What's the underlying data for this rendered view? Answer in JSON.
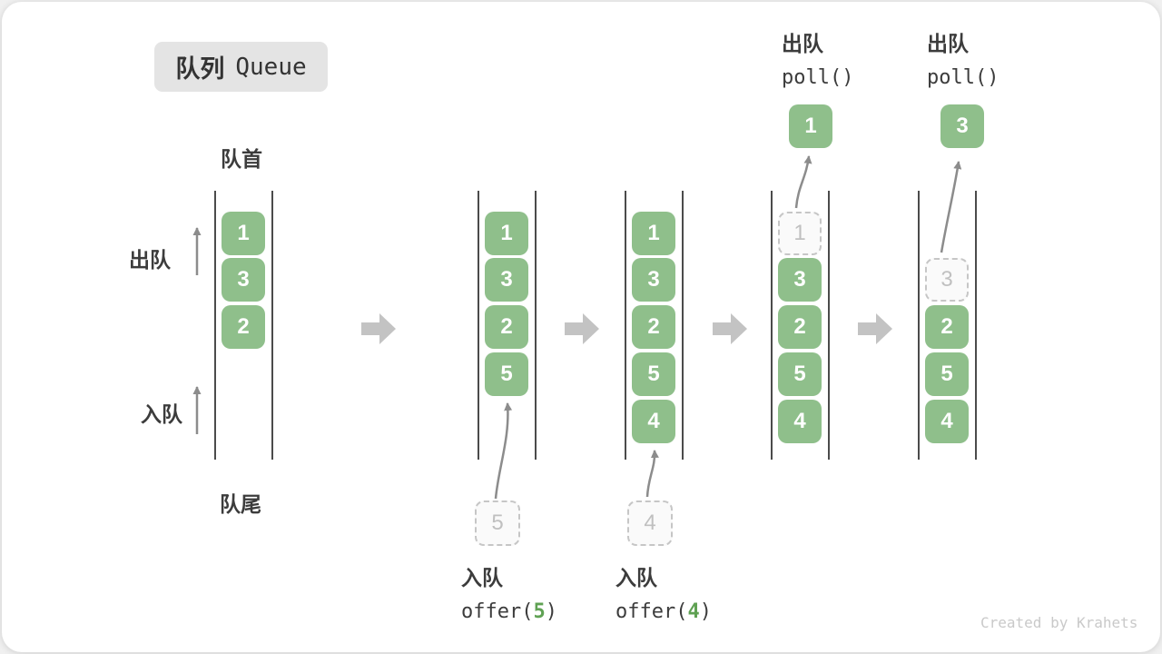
{
  "title": {
    "zh": "队列",
    "en": "Queue"
  },
  "side_labels": {
    "front": "队首",
    "rear": "队尾",
    "dequeue": "出队",
    "enqueue": "入队"
  },
  "queues": [
    {
      "cells": [
        {
          "value": "1"
        },
        {
          "value": "3"
        },
        {
          "value": "2"
        }
      ]
    },
    {
      "cells": [
        {
          "value": "1"
        },
        {
          "value": "3"
        },
        {
          "value": "2"
        },
        {
          "value": "5"
        }
      ],
      "incoming": {
        "value": "5"
      }
    },
    {
      "cells": [
        {
          "value": "1"
        },
        {
          "value": "3"
        },
        {
          "value": "2"
        },
        {
          "value": "5"
        },
        {
          "value": "4"
        }
      ],
      "incoming": {
        "value": "4"
      }
    },
    {
      "ghost": {
        "value": "1"
      },
      "cells": [
        {
          "value": "3"
        },
        {
          "value": "2"
        },
        {
          "value": "5"
        },
        {
          "value": "4"
        }
      ],
      "popped": {
        "value": "1"
      }
    },
    {
      "ghost": {
        "value": "3"
      },
      "cells": [
        {
          "value": "2"
        },
        {
          "value": "5"
        },
        {
          "value": "4"
        }
      ],
      "popped": {
        "value": "3"
      }
    }
  ],
  "operations": {
    "enqueue5": {
      "label": "入队",
      "fn_pre": "offer(",
      "arg": "5",
      "fn_post": ")"
    },
    "enqueue4": {
      "label": "入队",
      "fn_pre": "offer(",
      "arg": "4",
      "fn_post": ")"
    },
    "poll1": {
      "label": "出队",
      "fn": "poll()"
    },
    "poll2": {
      "label": "出队",
      "fn": "poll()"
    }
  },
  "watermark": "Created by Krahets",
  "colors": {
    "box_green": "#8FBF8B",
    "accent_green": "#5FA153",
    "arrow_gray": "#8C8C8C",
    "block_arrow_gray": "#C3C3C3",
    "badge_bg": "#E4E4E4",
    "text_dark": "#3C3C3C"
  }
}
